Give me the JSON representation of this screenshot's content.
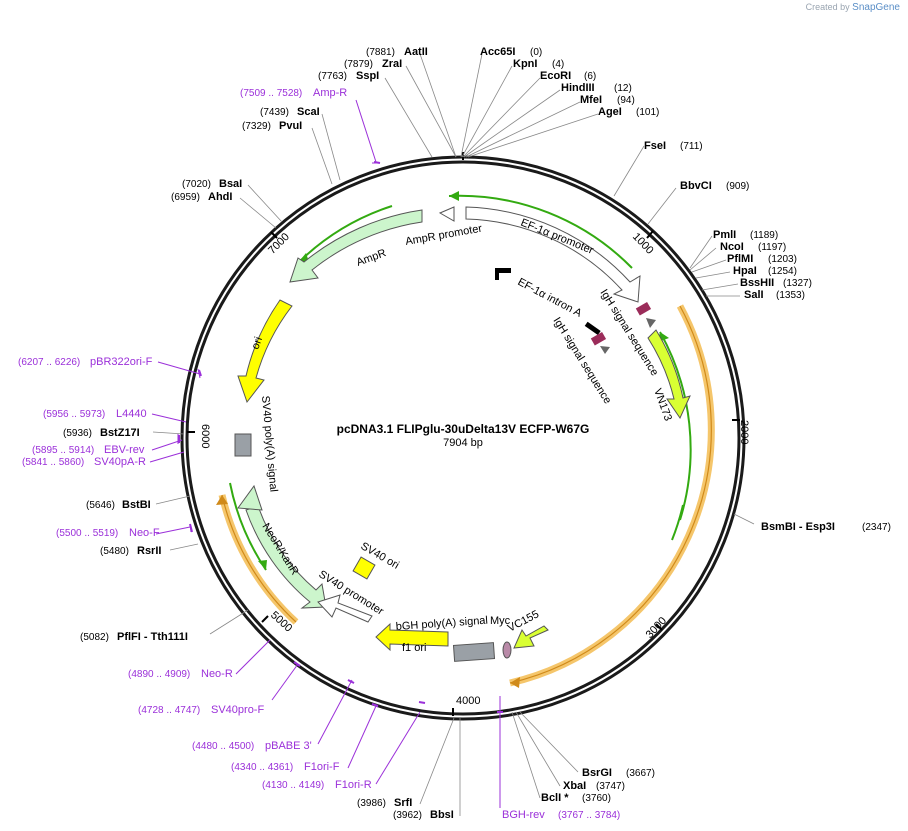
{
  "credit": {
    "prefix": "Created by",
    "brand": "SnapGene"
  },
  "map": {
    "title": "pcDNA3.1 FLIPglu-30uDelta13V ECFP-W67G",
    "subtitle": "7904 bp",
    "length": 7904
  },
  "ticks": [
    "1000",
    "2000",
    "3000",
    "4000",
    "5000",
    "6000",
    "7000"
  ],
  "sites": [
    {
      "name": "AatII",
      "pos": "(7881)"
    },
    {
      "name": "ZraI",
      "pos": "(7879)"
    },
    {
      "name": "SspI",
      "pos": "(7763)"
    },
    {
      "name": "Acc65I",
      "pos": "(0)"
    },
    {
      "name": "KpnI",
      "pos": "(4)"
    },
    {
      "name": "EcoRI",
      "pos": "(6)"
    },
    {
      "name": "HindIII",
      "pos": "(12)"
    },
    {
      "name": "MfeI",
      "pos": "(94)"
    },
    {
      "name": "AgeI",
      "pos": "(101)"
    },
    {
      "name": "ScaI",
      "pos": "(7439)"
    },
    {
      "name": "PvuI",
      "pos": "(7329)"
    },
    {
      "name": "FseI",
      "pos": "(711)"
    },
    {
      "name": "BbvCI",
      "pos": "(909)"
    },
    {
      "name": "BsaI",
      "pos": "(7020)"
    },
    {
      "name": "AhdI",
      "pos": "(6959)"
    },
    {
      "name": "PmlI",
      "pos": "(1189)"
    },
    {
      "name": "NcoI",
      "pos": "(1197)"
    },
    {
      "name": "PflMI",
      "pos": "(1203)"
    },
    {
      "name": "HpaI",
      "pos": "(1254)"
    },
    {
      "name": "BssHII",
      "pos": "(1327)"
    },
    {
      "name": "SalI",
      "pos": "(1353)"
    },
    {
      "name": "BstZ17I",
      "pos": "(5936)"
    },
    {
      "name": "BsmBI - Esp3I",
      "pos": "(2347)"
    },
    {
      "name": "BstBI",
      "pos": "(5646)"
    },
    {
      "name": "RsrII",
      "pos": "(5480)"
    },
    {
      "name": "PflFI - Tth111I",
      "pos": "(5082)"
    },
    {
      "name": "BsrGI",
      "pos": "(3667)"
    },
    {
      "name": "XbaI",
      "pos": "(3747)"
    },
    {
      "name": "BclI *",
      "pos": "(3760)"
    },
    {
      "name": "SrfI",
      "pos": "(3986)"
    },
    {
      "name": "BbsI",
      "pos": "(3962)"
    }
  ],
  "primers": [
    {
      "name": "Amp-R",
      "pos": "(7509 .. 7528)"
    },
    {
      "name": "pBR322ori-F",
      "pos": "(6207 .. 6226)"
    },
    {
      "name": "L4440",
      "pos": "(5956 .. 5973)"
    },
    {
      "name": "EBV-rev",
      "pos": "(5895 .. 5914)"
    },
    {
      "name": "SV40pA-R",
      "pos": "(5841 .. 5860)"
    },
    {
      "name": "Neo-F",
      "pos": "(5500 .. 5519)"
    },
    {
      "name": "Neo-R",
      "pos": "(4890 .. 4909)"
    },
    {
      "name": "SV40pro-F",
      "pos": "(4728 .. 4747)"
    },
    {
      "name": "pBABE 3'",
      "pos": "(4480 .. 4500)"
    },
    {
      "name": "F1ori-F",
      "pos": "(4340 .. 4361)"
    },
    {
      "name": "F1ori-R",
      "pos": "(4130 .. 4149)"
    },
    {
      "name": "BGH-rev",
      "pos": "(3767 .. 3784)"
    }
  ],
  "features": [
    {
      "label": "EF-1α promoter",
      "color": "#ffffff"
    },
    {
      "label": "AmpR promoter",
      "color": "#ffffff"
    },
    {
      "label": "AmpR",
      "color": "#ccf5cc"
    },
    {
      "label": "EF-1α intron A",
      "color": "#000000"
    },
    {
      "label": "IgH signal sequence",
      "color": "#9b2c5a"
    },
    {
      "label": "IgH signal sequence",
      "color": "#9b2c5a"
    },
    {
      "label": "ori",
      "color": "#ffff00"
    },
    {
      "label": "VN173",
      "color": "#d9ff33"
    },
    {
      "label": "SV40 poly(A) signal",
      "color": "#9aa0a6"
    },
    {
      "label": "NeoR/KanR",
      "color": "#ccf5cc"
    },
    {
      "label": "SV40 ori",
      "color": "#ffff00"
    },
    {
      "label": "SV40 promoter",
      "color": "#ffffff"
    },
    {
      "label": "bGH poly(A) signal",
      "color": "#9aa0a6"
    },
    {
      "label": "Myc",
      "color": "#b98aa8"
    },
    {
      "label": "VC155",
      "color": "#d9ff33"
    },
    {
      "label": "f1 ori",
      "color": "#ffff00"
    }
  ],
  "colors": {
    "primer": "#9b30d9",
    "orf": "#33aa11",
    "orf_highlight": "#f5c66b",
    "backbone": "#222222"
  }
}
